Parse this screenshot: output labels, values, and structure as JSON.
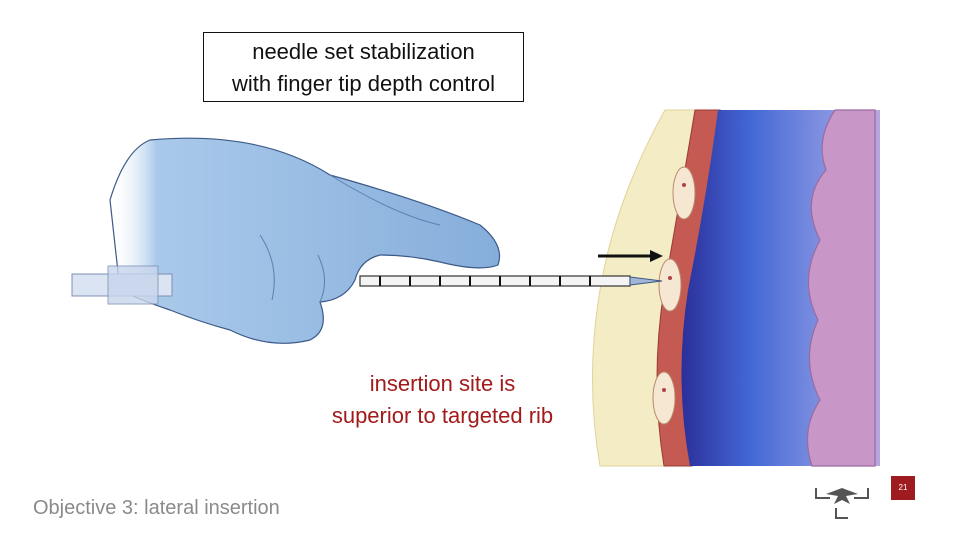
{
  "callout": {
    "line1": "needle set stabilization",
    "line2": "with finger tip depth control"
  },
  "caption": {
    "line1": "insertion site is",
    "line2": "superior to targeted rib"
  },
  "footer": {
    "objective": "Objective 3: lateral insertion",
    "page_number": "21"
  },
  "colors": {
    "glove": "#8fb6e0",
    "fat": "#f4ecc4",
    "muscle": "#c0504d",
    "pleura_blue": "#3a55c8",
    "lung_purple": "#c897c8",
    "caption_red": "#a21a1a",
    "page_badge": "#9e1b20"
  },
  "icons": {
    "direction": "arrow-right-icon",
    "logo": "eagle-logo-icon"
  }
}
